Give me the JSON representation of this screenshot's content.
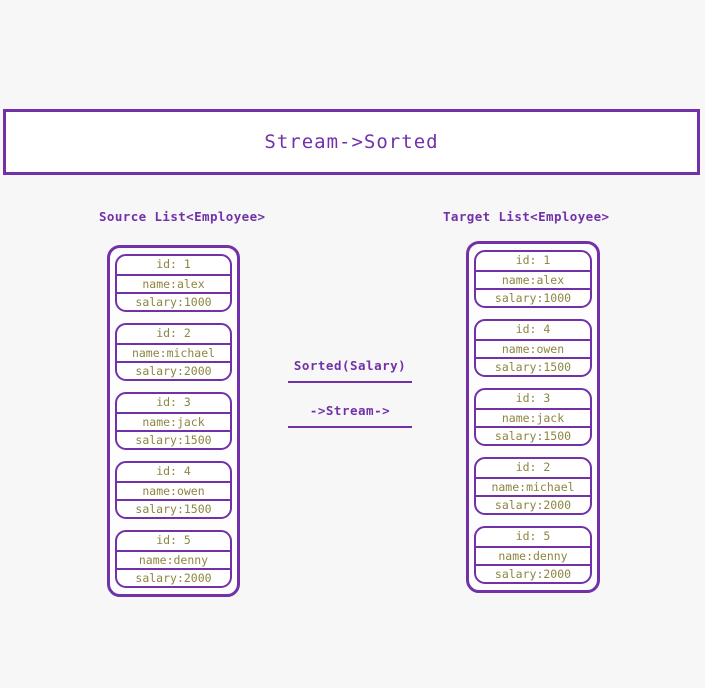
{
  "title": {
    "text": "Stream->Sorted"
  },
  "colors": {
    "accent_purple": "#7231a8",
    "field_text_olive": "#8d8540",
    "page_background": "#f7f7f7",
    "card_background": "#ffffff"
  },
  "source": {
    "header": "Source List<Employee>",
    "items": [
      {
        "id": "id: 1",
        "name": "name:alex",
        "salary": "salary:1000"
      },
      {
        "id": "id: 2",
        "name": "name:michael",
        "salary": "salary:2000"
      },
      {
        "id": "id: 3",
        "name": "name:jack",
        "salary": "salary:1500"
      },
      {
        "id": "id: 4",
        "name": "name:owen",
        "salary": "salary:1500"
      },
      {
        "id": "id: 5",
        "name": "name:denny",
        "salary": "salary:2000"
      }
    ]
  },
  "target": {
    "header": "Target List<Employee>",
    "items": [
      {
        "id": "id: 1",
        "name": "name:alex",
        "salary": "salary:1000"
      },
      {
        "id": "id: 4",
        "name": "name:owen",
        "salary": "salary:1500"
      },
      {
        "id": "id: 3",
        "name": "name:jack",
        "salary": "salary:1500"
      },
      {
        "id": "id: 2",
        "name": "name:michael",
        "salary": "salary:2000"
      },
      {
        "id": "id: 5",
        "name": "name:denny",
        "salary": "salary:2000"
      }
    ]
  },
  "operation": {
    "line1": "Sorted(Salary)",
    "line2": "->Stream->"
  }
}
